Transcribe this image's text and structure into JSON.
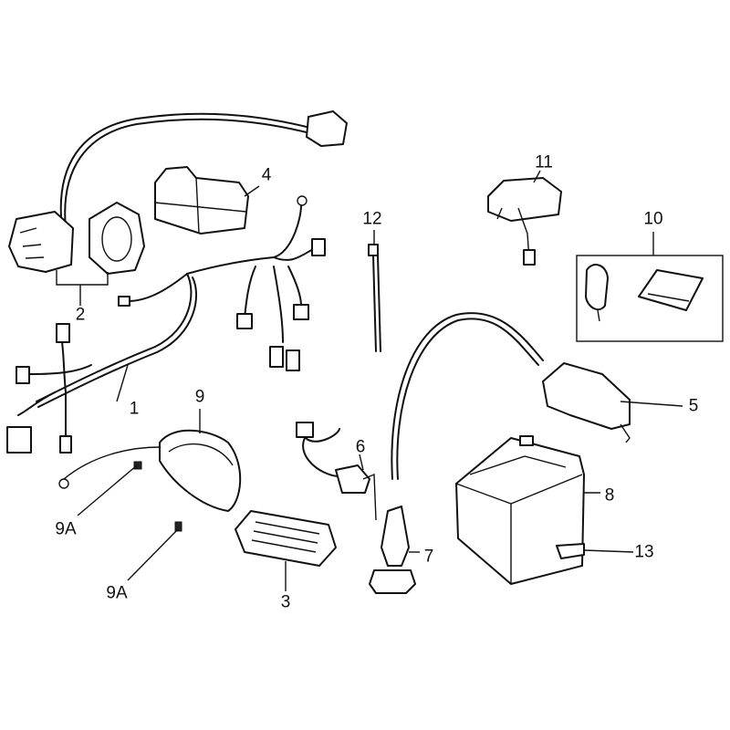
{
  "callouts": {
    "c1": "1",
    "c2": "2",
    "c3": "3",
    "c4": "4",
    "c5": "5",
    "c6": "6",
    "c7": "7",
    "c8": "8",
    "c9": "9",
    "c9a_upper": "9A",
    "c9a_lower": "9A",
    "c10": "10",
    "c11": "11",
    "c12": "12",
    "c13": "13"
  }
}
